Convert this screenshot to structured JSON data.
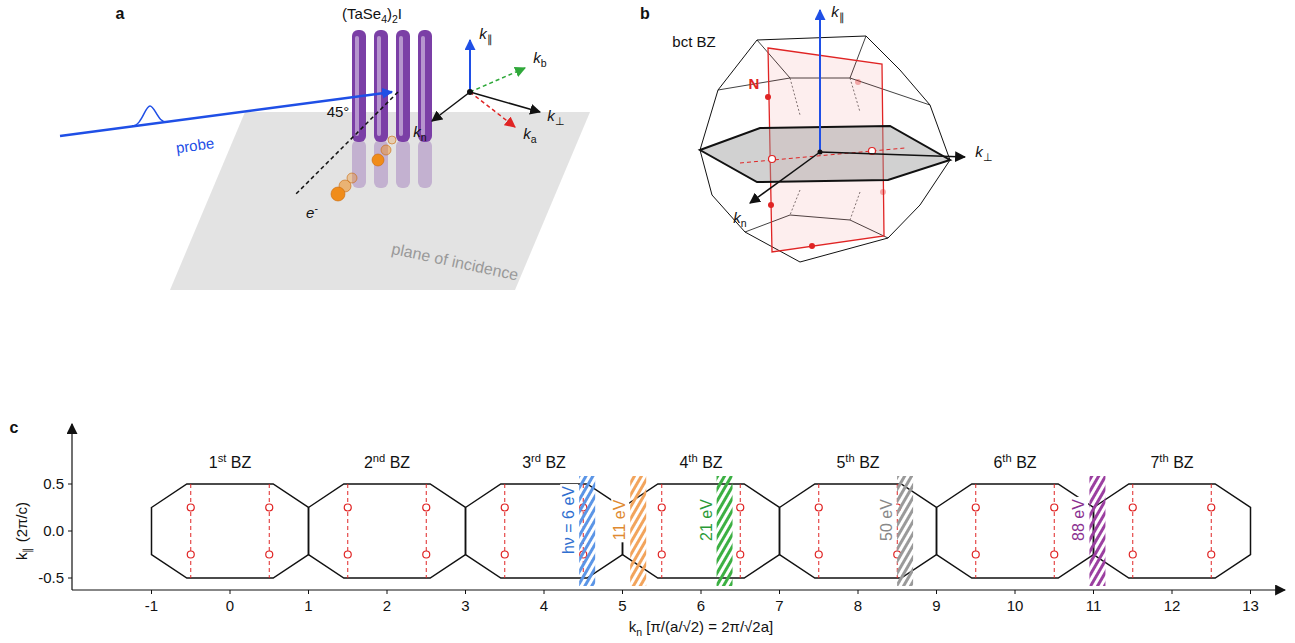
{
  "diagram": {
    "labels": [
      "a",
      "(TaSe4)2I",
      "probe",
      "45°",
      "e-",
      "k∥",
      "kb",
      "k⊥",
      "kn",
      "ka",
      "plane of incidence",
      "b",
      "bct BZ",
      "k∥",
      "N",
      "k⊥",
      "kn",
      "c",
      "1st BZ",
      "2nd BZ",
      "3rd BZ",
      "4th BZ",
      "5th BZ",
      "6th BZ",
      "7th BZ",
      "hν = 6 eV",
      "11 eV",
      "21 eV",
      "50 eV",
      "88 eV",
      "0.5",
      "0.0",
      "-0.5",
      "k∥ (2π/c)",
      "-1",
      "0",
      "1",
      "2",
      "3",
      "4",
      "5",
      "6",
      "7",
      "8",
      "9",
      "10",
      "11",
      "12",
      "13",
      "kn [π/(a/√2) = 2π/√2a]"
    ]
  }
}
